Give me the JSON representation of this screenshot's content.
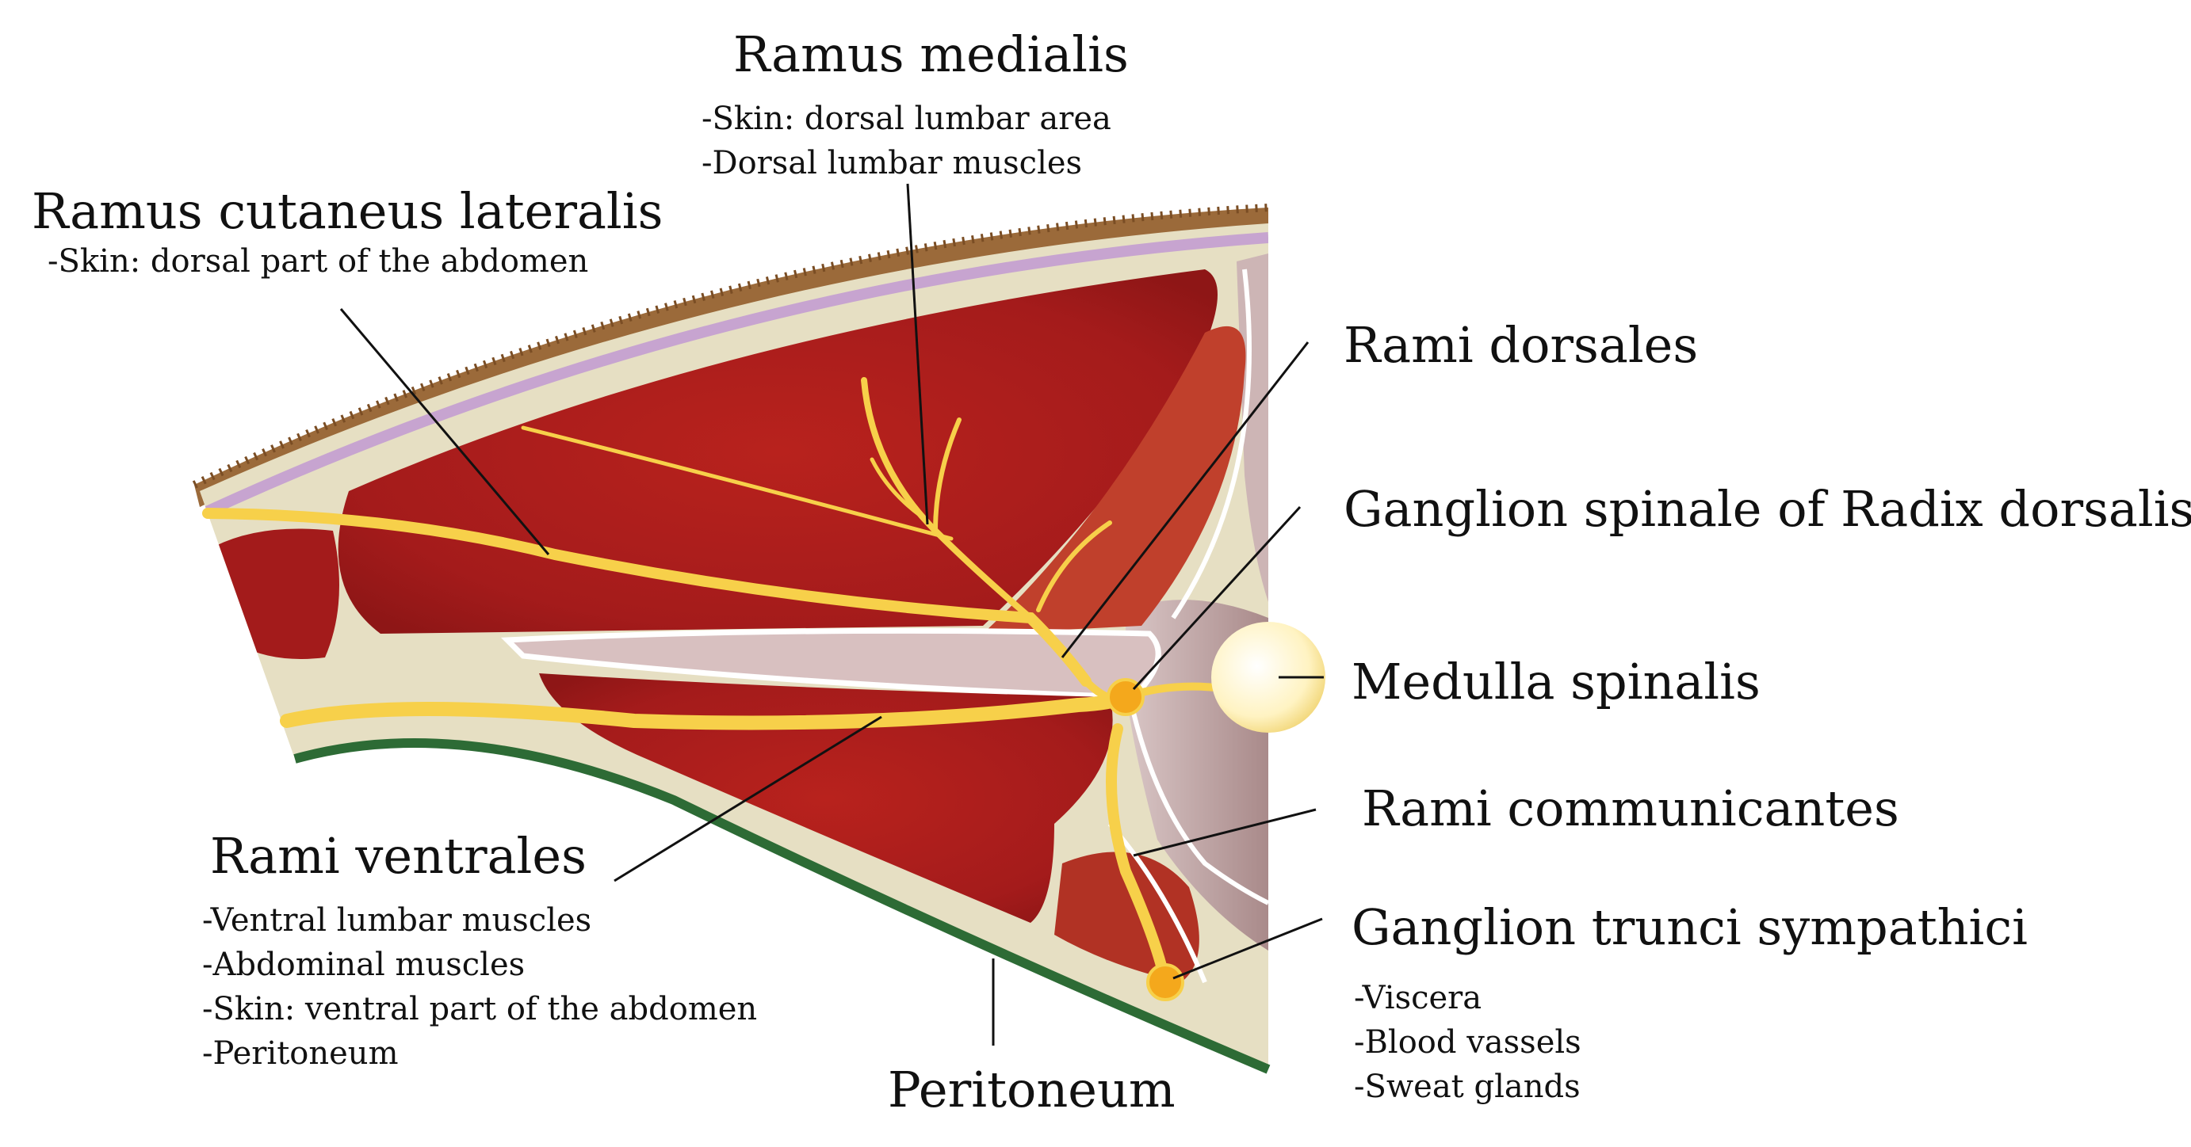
{
  "labels": {
    "ramus_medialis": {
      "title": "Ramus medialis",
      "items": [
        "-Skin: dorsal lumbar area",
        "-Dorsal lumbar muscles"
      ]
    },
    "ramus_cutaneus_lateralis": {
      "title": "Ramus cutaneus lateralis",
      "items": [
        "-Skin: dorsal part of the abdomen"
      ]
    },
    "rami_dorsales": {
      "title": "Rami dorsales"
    },
    "ganglion_spinale": {
      "title": "Ganglion spinale of Radix dorsalis"
    },
    "medulla_spinalis": {
      "title": "Medulla spinalis"
    },
    "rami_communicantes": {
      "title": "Rami communicantes"
    },
    "ganglion_trunci": {
      "title": "Ganglion trunci sympathici",
      "items": [
        "-Viscera",
        "-Blood vassels",
        "-Sweat glands"
      ]
    },
    "rami_ventrales": {
      "title": "Rami ventrales",
      "items": [
        "-Ventral lumbar muscles",
        "-Abdominal muscles",
        "-Skin: ventral part of the abdomen",
        "-Peritoneum"
      ]
    },
    "peritoneum": {
      "title": "Peritoneum"
    }
  },
  "colors": {
    "muscle": "#a81d1d",
    "muscle_light": "#c85a3e",
    "fascia": "#e6dfc3",
    "nerve": "#f7d04a",
    "ganglion": "#f4a81c",
    "skin_layer": "#c7a4d0",
    "hair": "#8a5a2e",
    "peritoneum_line": "#2d6b35",
    "spinal_cord": "#fff6cf",
    "bone_area": "#b99a9a"
  }
}
